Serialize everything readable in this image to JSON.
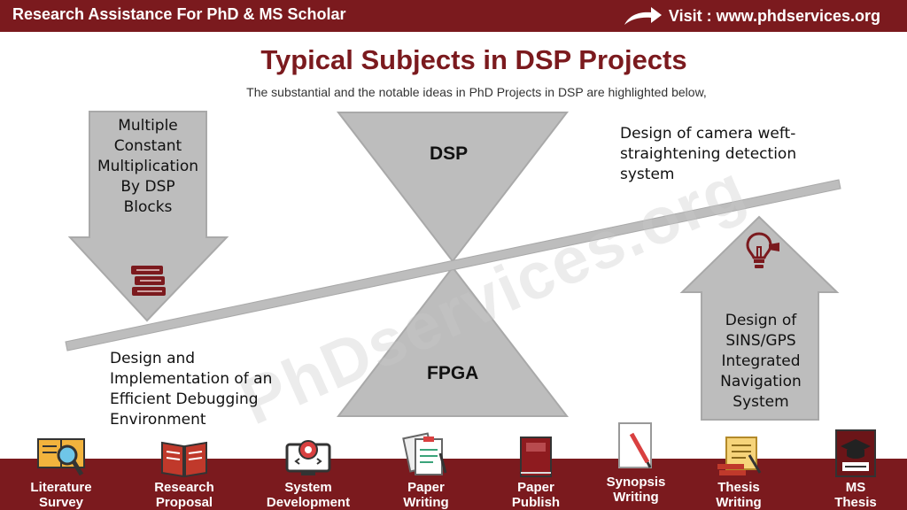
{
  "header": {
    "brand": "Research Assistance For PhD & MS Scholar",
    "visit": "Visit : www.phdservices.org"
  },
  "page": {
    "title": "Typical Subjects in DSP Projects",
    "subtitle": "The substantial and the notable ideas in PhD Projects in DSP are highlighted below,"
  },
  "diagram": {
    "top_triangle_label": "DSP",
    "bottom_triangle_label": "FPGA",
    "left_arrow_text": "Multiple\nConstant\nMultiplication\nBy DSP\nBlocks",
    "right_arrow_text": "Design of\nSINS/GPS\nIntegrated\nNavigation\nSystem",
    "top_right_text": "Design of camera weft-\nstraightening detection\nsystem",
    "bottom_left_text": "Design and\nImplementation of an\nEfficient Debugging\nEnvironment",
    "watermark": "PhDservices.org"
  },
  "colors": {
    "brand": "#7b1a1e",
    "shape_fill": "#bdbdbd",
    "shape_stroke": "#a9a9a9"
  },
  "footer": {
    "items": [
      {
        "label": "Literature\nSurvey",
        "icon": "literature-survey-icon"
      },
      {
        "label": "Research\nProposal",
        "icon": "research-proposal-icon"
      },
      {
        "label": "System\nDevelopment",
        "icon": "system-development-icon"
      },
      {
        "label": "Paper\nWriting",
        "icon": "paper-writing-icon"
      },
      {
        "label": "Paper\nPublish",
        "icon": "paper-publish-icon"
      },
      {
        "label": "Synopsis\nWriting",
        "icon": "synopsis-writing-icon"
      },
      {
        "label": "Thesis\nWriting",
        "icon": "thesis-writing-icon"
      },
      {
        "label": "MS\nThesis",
        "icon": "ms-thesis-icon"
      }
    ]
  }
}
